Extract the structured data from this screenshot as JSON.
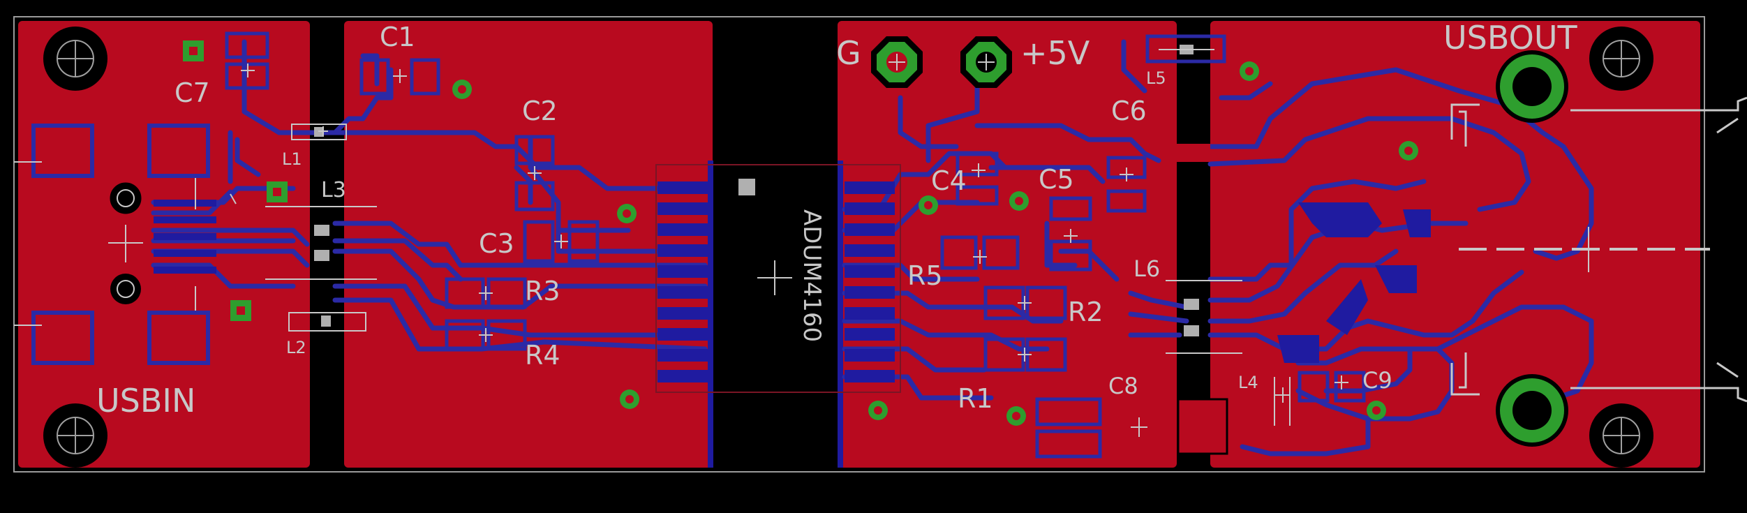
{
  "colors": {
    "background": "#000000",
    "copper_top": "#B80A1F",
    "copper_bottom": "#1F1BA0",
    "trace": "#2B2AA6",
    "via": "#2E9E2E",
    "silk": "#C8C8C8",
    "outline": "#9A9A9A",
    "pad": "#B0B0B0"
  },
  "labels": {
    "usbin": "USBIN",
    "usbout": "USBOUT",
    "ic": "ADUM4160",
    "gnd": "G",
    "vcc": "+5V",
    "c1": "C1",
    "c2": "C2",
    "c3": "C3",
    "c4": "C4",
    "c5": "C5",
    "c6": "C6",
    "c7": "C7",
    "c8": "C8",
    "c9": "C9",
    "r1": "R1",
    "r2": "R2",
    "r3": "R3",
    "r4": "R4",
    "r5": "R5",
    "l1": "L1",
    "l2": "L2",
    "l3": "L3",
    "l4": "L4",
    "l5": "L5",
    "l6": "L6"
  }
}
